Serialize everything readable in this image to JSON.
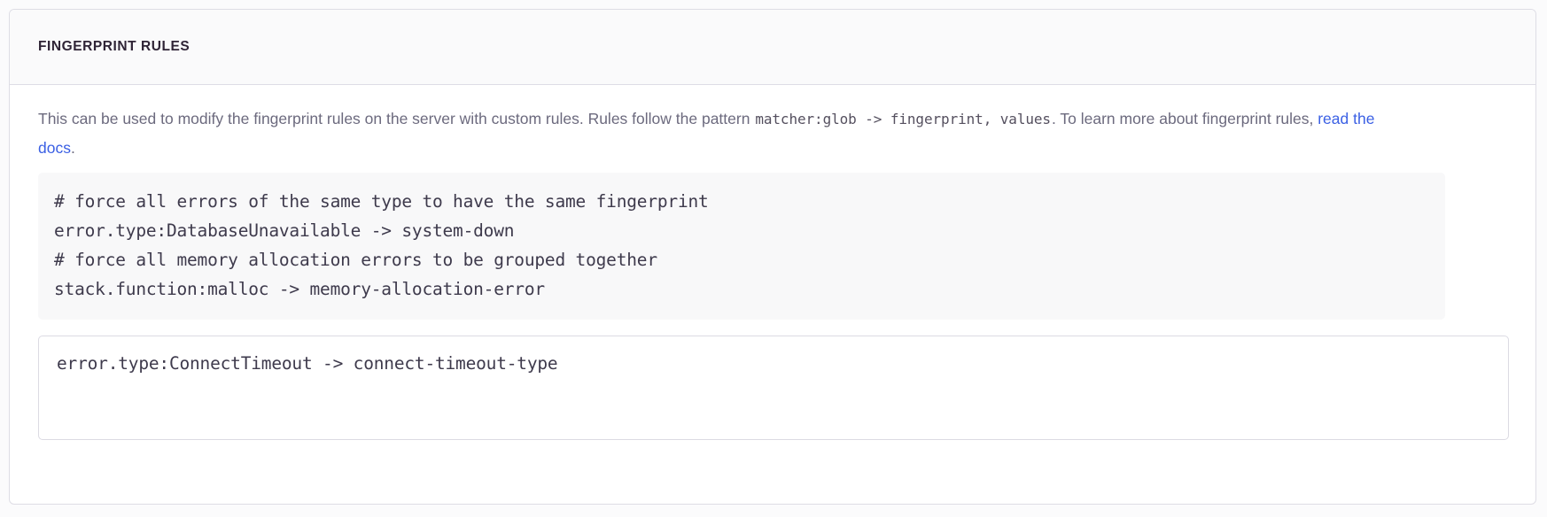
{
  "panel": {
    "title": "FINGERPRINT RULES",
    "description": {
      "text_before_code": "This can be used to modify the fingerprint rules on the server with custom rules. Rules follow the pattern ",
      "inline_code": "matcher:glob -> fingerprint, values",
      "text_after_code": ". To learn more about fingerprint rules, ",
      "link_label": "read the docs",
      "text_end": "."
    },
    "example_code": [
      "# force all errors of the same type to have the same fingerprint",
      "error.type:DatabaseUnavailable -> system-down",
      "# force all memory allocation errors to be grouped together",
      "stack.function:malloc -> memory-allocation-error"
    ],
    "input": {
      "value": "error.type:ConnectTimeout -> connect-timeout-type",
      "placeholder": ""
    }
  },
  "colors": {
    "page_background": "#FBFBFC",
    "panel_border": "#DEDDE5",
    "header_background": "#FAFAFB",
    "title_text": "#2F2436",
    "body_text": "#6C6A7E",
    "link": "#3B60E4",
    "code_background": "#F8F8F9",
    "code_text": "#3E3A4C",
    "input_border": "#DCDBE3"
  }
}
